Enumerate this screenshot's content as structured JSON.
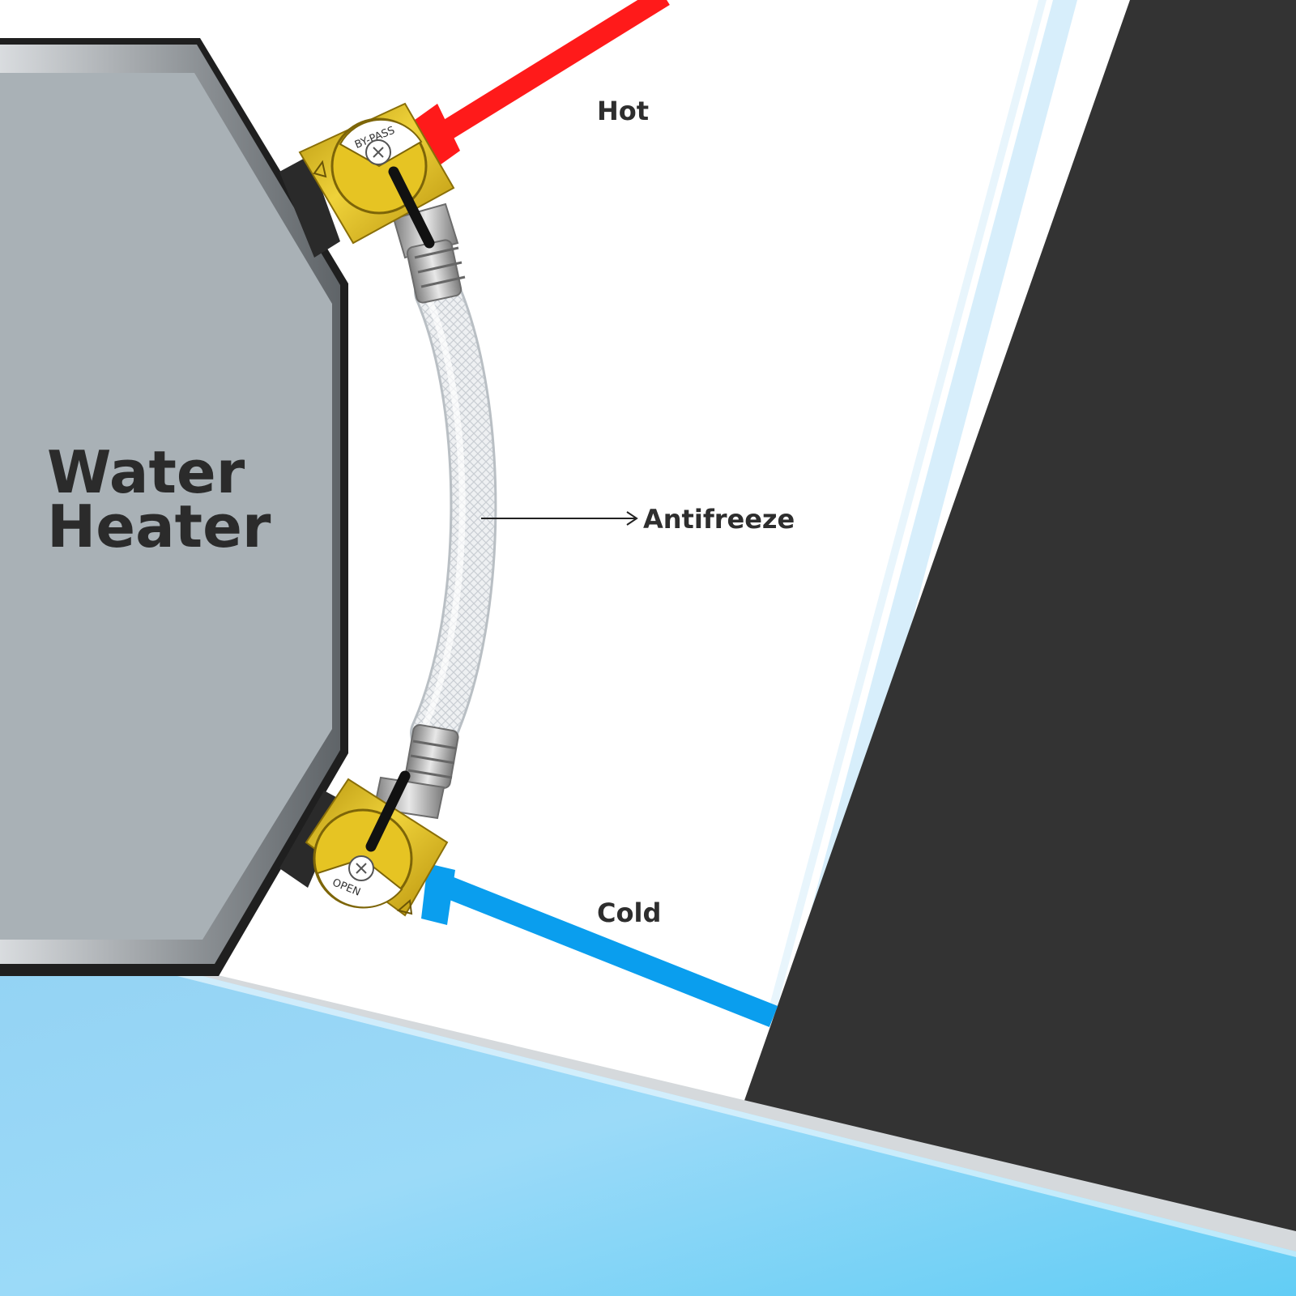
{
  "diagram": {
    "heater": {
      "line1": "Water",
      "line2": "Heater"
    },
    "labels": {
      "hot": "Hot",
      "antifreeze": "Antifreeze",
      "cold": "Cold"
    },
    "valves": {
      "top": {
        "text": "BY-PASS"
      },
      "bottom": {
        "text": "OPEN"
      }
    },
    "colors": {
      "hot_pipe": "#ff1a1a",
      "cold_pipe": "#0a9eee",
      "valve_brass": "#e7c21b",
      "heater_body": "#a9b1b6",
      "floor": "#8ed6f6",
      "wall_dark": "#333333"
    }
  }
}
